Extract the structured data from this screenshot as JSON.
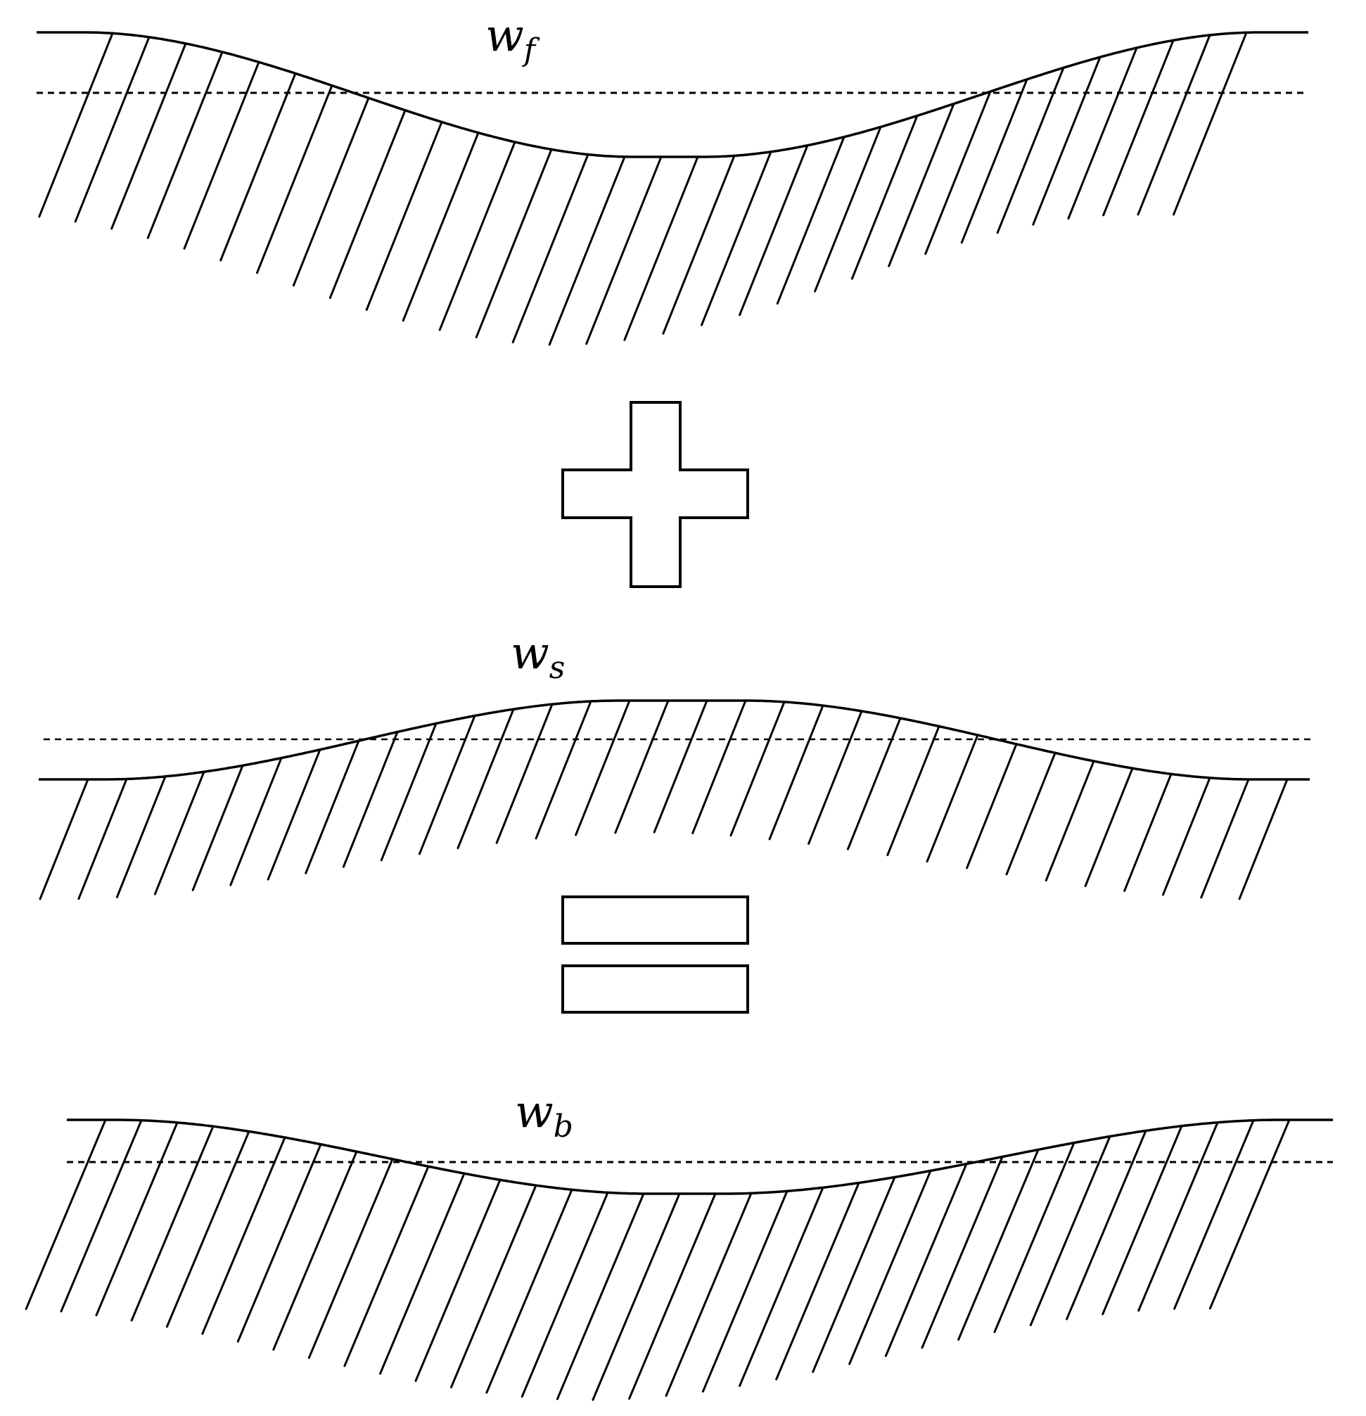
{
  "diagram": {
    "panels": [
      {
        "id": "top",
        "label_main": "w",
        "label_sub": "f"
      },
      {
        "id": "middle",
        "label_main": "w",
        "label_sub": "s"
      },
      {
        "id": "bottom",
        "label_main": "w",
        "label_sub": "b"
      }
    ],
    "operators": [
      "plus",
      "equals"
    ]
  },
  "colors": {
    "stroke": "#000000",
    "background": "#ffffff"
  }
}
